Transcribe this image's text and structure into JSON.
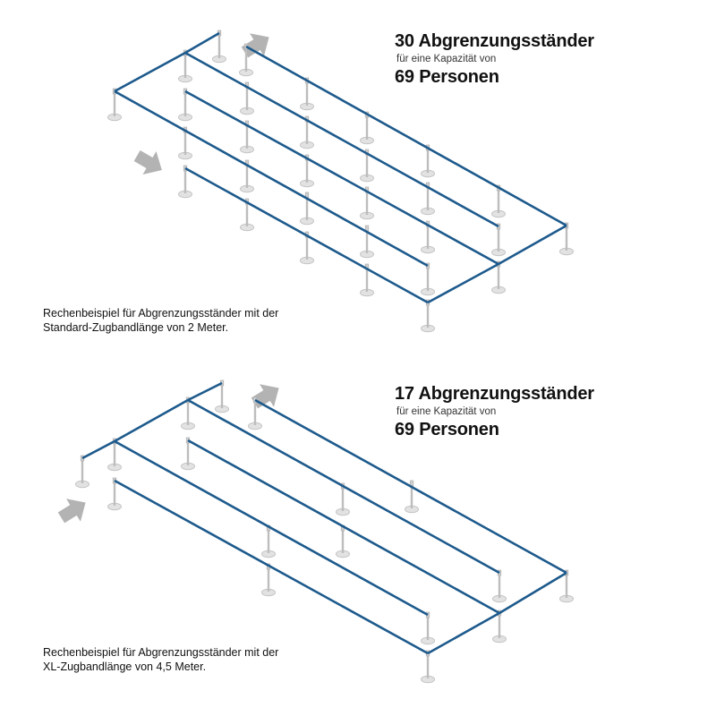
{
  "colors": {
    "tape": "#1d5a8c",
    "arrow": "#b3b3b3",
    "post": "#bdbdbd",
    "base": "#e2e2e2"
  },
  "panels": [
    {
      "count_line": "30 Abgrenzungsständer",
      "capacity_label": "für eine Kapazität von",
      "persons_line": "69 Personen",
      "caption": [
        "Rechenbeispiel für Abgrenzungsständer mit der",
        "Standard-Zugbandlänge von 2 Meter."
      ],
      "stanchion_count": 30
    },
    {
      "count_line": "17 Abgrenzungsständer",
      "capacity_label": "für eine Kapazität von",
      "persons_line": "69 Personen",
      "caption": [
        "Rechenbeispiel für Abgrenzungsständer mit der",
        "XL-Zugbandlänge von 4,5 Meter."
      ],
      "stanchion_count": 17
    }
  ]
}
